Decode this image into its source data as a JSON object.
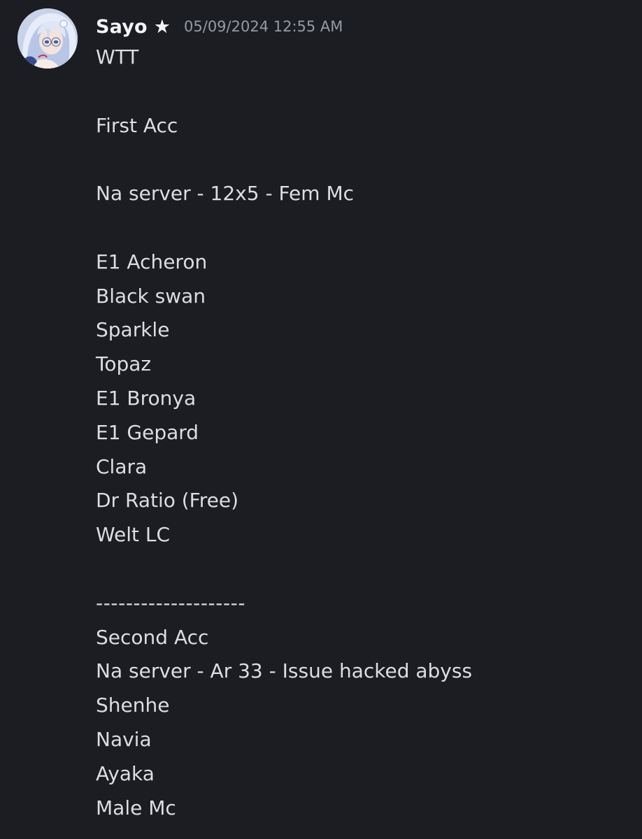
{
  "message": {
    "author": {
      "name": "Sayo",
      "badge_icon": "star-icon",
      "badge_glyph": "★"
    },
    "timestamp": "05/09/2024 12:55 AM",
    "lines": [
      "WTT",
      "",
      "First Acc",
      "",
      "Na server - 12x5 - Fem Mc",
      "",
      "E1 Acheron",
      "Black swan",
      "Sparkle",
      "Topaz",
      "E1 Bronya",
      "E1 Gepard",
      "Clara",
      "Dr Ratio (Free)",
      "Welt LC",
      "",
      "--------------------",
      "Second Acc",
      "Na server - Ar 33 - Issue hacked abyss",
      "Shenhe",
      "Navia",
      "Ayaka",
      "Male Mc"
    ]
  },
  "colors": {
    "background": "#1c1d22",
    "text": "#dbdee1",
    "username": "#f2f3f5",
    "timestamp": "#949ba4"
  }
}
